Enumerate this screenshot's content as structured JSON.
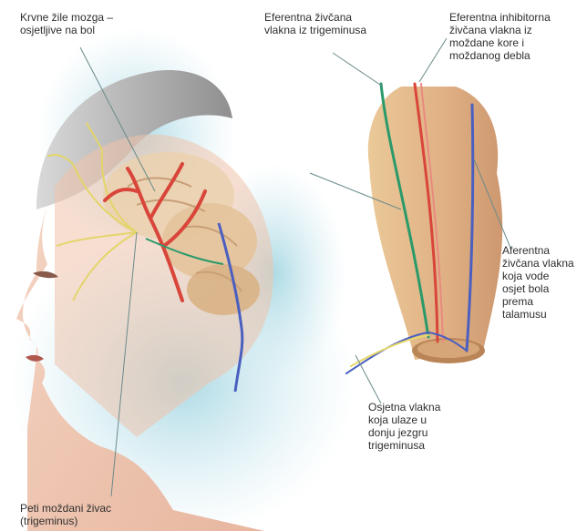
{
  "labels": {
    "krvne_zile": "Krvne žile mozga –\nosjetljive na bol",
    "eferentna_trigeminus": "Eferentna živčana\nvlakna iz trigeminusa",
    "eferentna_inhibitorna": "Eferentna inhibitorna\nživčana vlakna iz\nmoždane kore i\nmoždanog debla",
    "aferentna": "Aferentna\nživčana vlakna\nkoja vode\nosjet bola\nprema\ntalamusu",
    "osjetna_vlakna": "Osjetna vlakna\nkoja ulaze u\ndonju jezgru\ntrigeminusa",
    "peti_zivac": "Peti moždani živac\n(trigeminus)"
  },
  "colors": {
    "label_text": "#2e2e2e",
    "leader_line": "#6a8a8a",
    "artery": "#d9453a",
    "nerve_yellow": "#e6d86b",
    "nerve_blue": "#4a5fc0",
    "nerve_green": "#2a9a6a",
    "skin": "#f1c9b3",
    "brain": "#e8c79a",
    "shading_blue": "#a9d8e3"
  }
}
